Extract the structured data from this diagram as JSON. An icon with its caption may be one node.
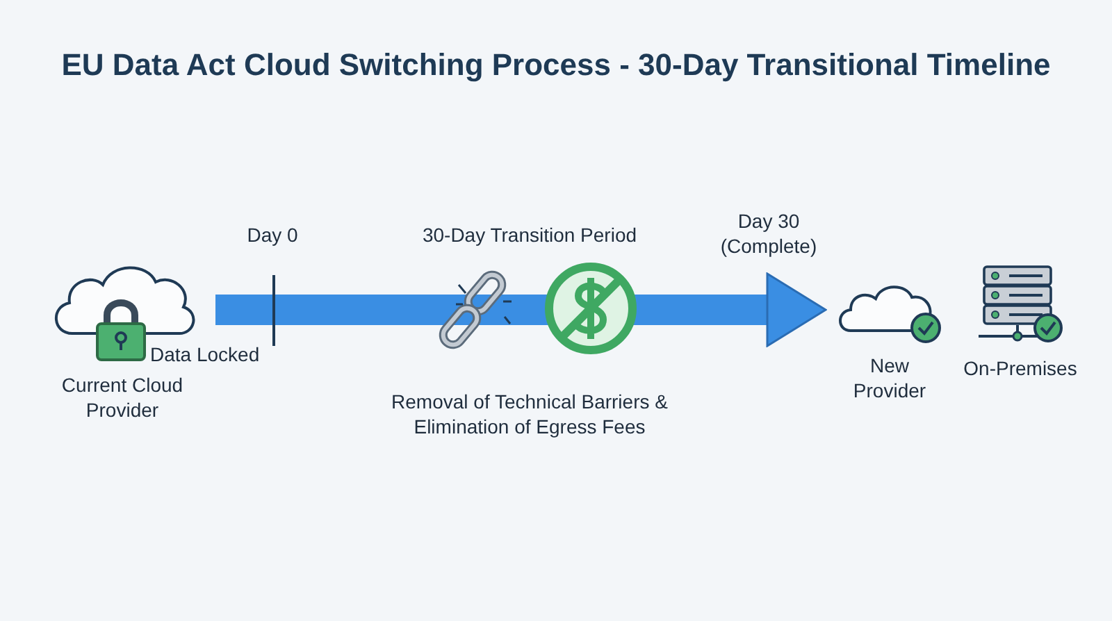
{
  "diagram": {
    "title": "EU Data Act Cloud Switching Process - 30-Day Transitional Timeline",
    "nodes": [
      {
        "text": [
          "Current Cloud Provider"
        ],
        "beside": [
          "Data Locked"
        ]
      },
      {
        "text": [
          "New Provider"
        ]
      },
      {
        "text": [
          "On-Premises"
        ]
      }
    ],
    "edges": [
      {
        "from": 0,
        "to": 1,
        "arrow": "to"
      }
    ],
    "labels": [
      "Day 0",
      "30-Day Transition Period",
      "Day 30 (Complete)",
      "Removal of Technical Barriers & Elimination of Egress Fees"
    ]
  }
}
